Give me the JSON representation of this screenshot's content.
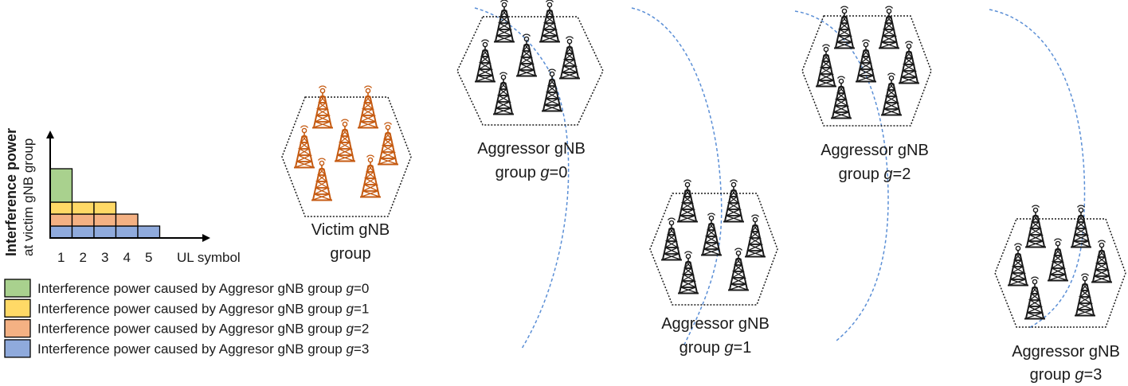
{
  "chart": {
    "y_label_bold": "Interference power",
    "y_label_sub": "at victim gNB group",
    "x_label": "UL symbol",
    "ticks": [
      "1",
      "2",
      "3",
      "4",
      "5"
    ],
    "bars": [
      {
        "symbol": 1,
        "levels": [
          0,
          1,
          2,
          3
        ]
      },
      {
        "symbol": 2,
        "levels": [
          1,
          2,
          3
        ]
      },
      {
        "symbol": 3,
        "levels": [
          1,
          2,
          3
        ]
      },
      {
        "symbol": 4,
        "levels": [
          2,
          3
        ]
      },
      {
        "symbol": 5,
        "levels": [
          3
        ]
      }
    ]
  },
  "legend": [
    {
      "g": "0",
      "text": "Interference power caused by Aggresor gNB group ",
      "var": "g",
      "suffix": "=0",
      "color": "#a9d18e"
    },
    {
      "g": "1",
      "text": "Interference power caused by Aggresor gNB group ",
      "var": "g",
      "suffix": "=1",
      "color": "#ffd966"
    },
    {
      "g": "2",
      "text": "Interference power caused by Aggresor gNB group ",
      "var": "g",
      "suffix": "=2",
      "color": "#f4b183"
    },
    {
      "g": "3",
      "text": "Interference power caused by Aggresor gNB group ",
      "var": "g",
      "suffix": "=3",
      "color": "#8faadc"
    }
  ],
  "groups": {
    "victim": {
      "line1": "Victim gNB",
      "line2": "group",
      "color": "#c55a11"
    },
    "aggressor0": {
      "line1": "Aggressor gNB",
      "line2": "group ",
      "var": "g",
      "suffix": "=0"
    },
    "aggressor1": {
      "line1": "Aggressor gNB",
      "line2": "group ",
      "var": "g",
      "suffix": "=1"
    },
    "aggressor2": {
      "line1": "Aggressor gNB",
      "line2": "group ",
      "var": "g",
      "suffix": "=2"
    },
    "aggressor3": {
      "line1": "Aggressor gNB",
      "line2": "group ",
      "var": "g",
      "suffix": "=3"
    }
  },
  "colors": {
    "tower_aggressor": "#1a1a1a",
    "tower_victim": "#c55a11",
    "dashed_curve": "#5b8fd6"
  }
}
